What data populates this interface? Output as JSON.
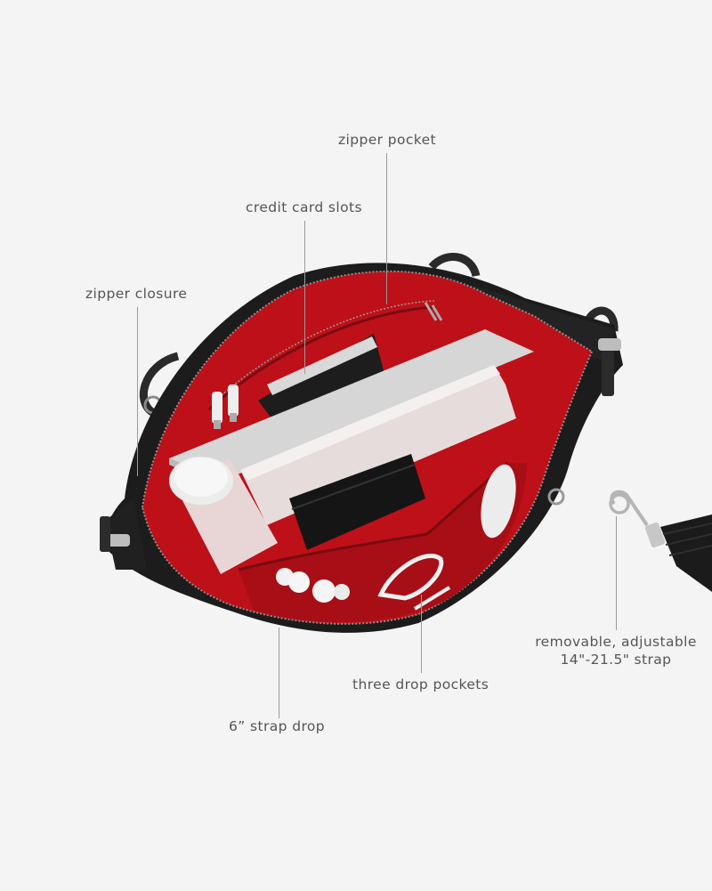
{
  "callouts": {
    "zipper_pocket": "zipper pocket",
    "credit_card_slots": "credit card slots",
    "zipper_closure": "zipper closure",
    "removable_strap_line1": "removable, adjustable",
    "removable_strap_line2": "14\"-21.5\" strap",
    "three_drop_pockets": "three drop pockets",
    "strap_drop": "6” strap drop"
  },
  "colors": {
    "background": "#f4f4f4",
    "leather": "#1c1c1c",
    "lining": "#c0121c",
    "hardware": "#b9b9b9",
    "label_text": "#555555"
  }
}
